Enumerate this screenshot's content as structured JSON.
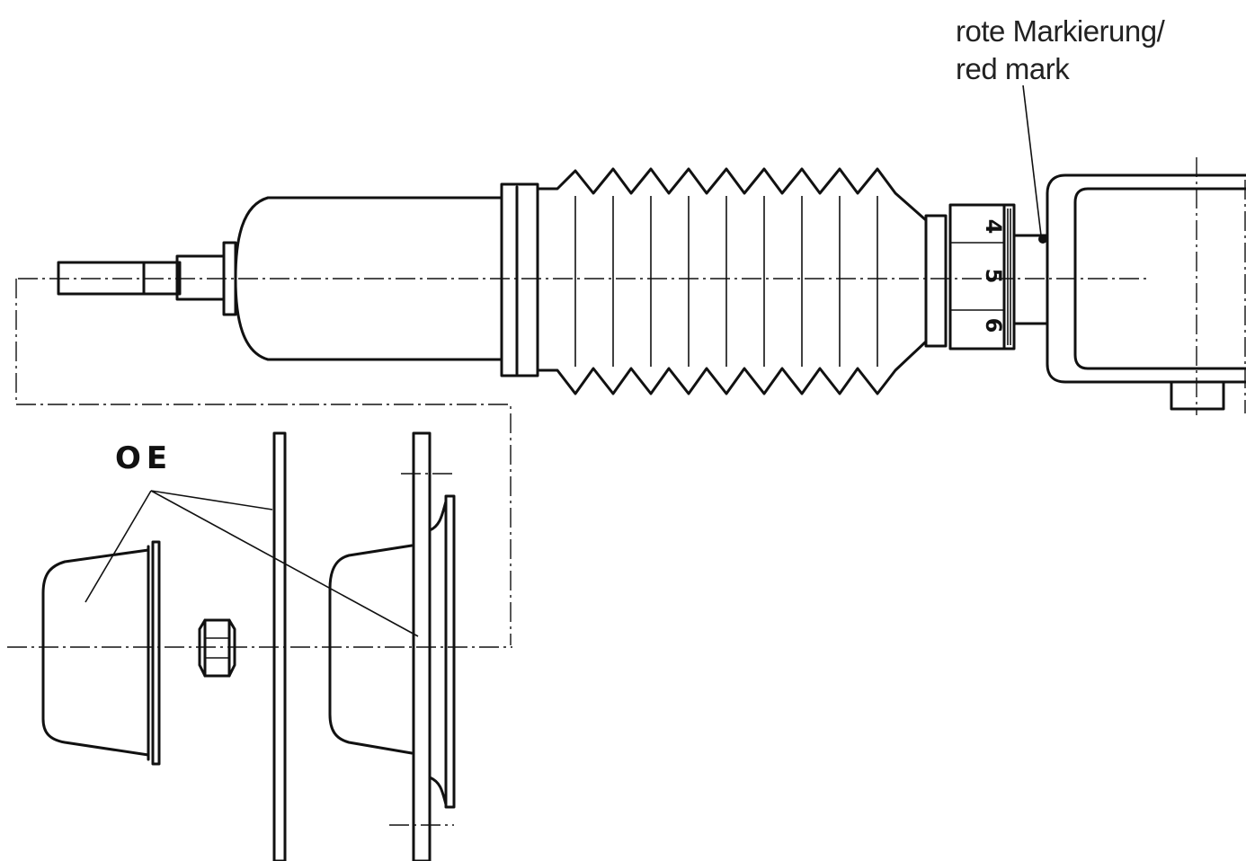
{
  "callout": {
    "line1": "rote Markierung/",
    "line2": "red mark"
  },
  "label": {
    "oe": "OE"
  },
  "dial": {
    "numbers": [
      "4",
      "5",
      "6"
    ]
  }
}
